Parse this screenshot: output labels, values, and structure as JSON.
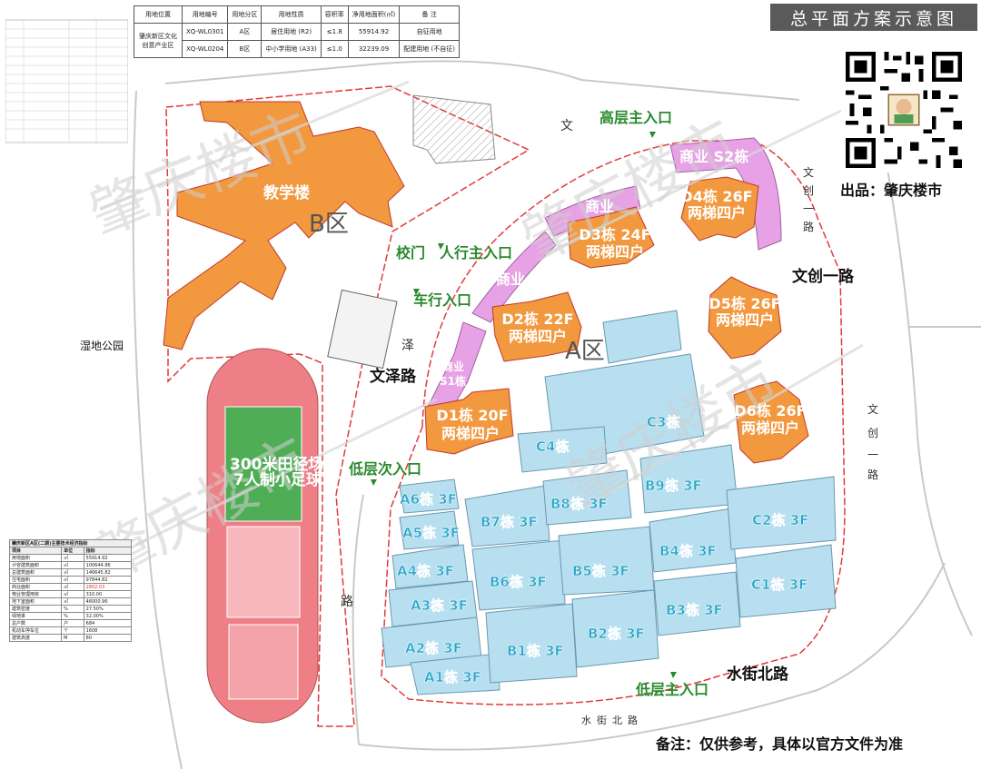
{
  "header": {
    "title": "总平面方案示意图"
  },
  "land_table": {
    "headers": [
      "用地位置",
      "用地编号",
      "用地分区",
      "用地性质",
      "容积率",
      "净用地面积(㎡)",
      "备 注"
    ],
    "location": "肇庆新区文化创意产业区",
    "rows": [
      [
        "XQ-WL0301",
        "A区",
        "居住用地 (R2)",
        "≤1.8",
        "55914.92",
        "自征用地"
      ],
      [
        "XQ-WL0204",
        "B区",
        "中小学用地 (A33)",
        "≤1.0",
        "32239.09",
        "配建用地 (不自征)"
      ]
    ]
  },
  "source": "出品：肇庆楼市",
  "footnote": "备注：仅供参考，具体以官方文件为准",
  "watermark": "肇庆楼市",
  "zones": {
    "a": "A区",
    "b": "B区"
  },
  "roads": {
    "wenze": "文泽路",
    "wenze_char1": "泽",
    "wenze_char2": "路",
    "wen_char": "文",
    "wenchuang_1": "文创一路",
    "wenchuang_v1": "文",
    "wenchuang_v2": "创",
    "wenchuang_v3": "一",
    "wenchuang_v4": "路",
    "wenchuang_b1": "文",
    "wenchuang_b2": "创",
    "wenchuang_b3": "一",
    "wenchuang_b4": "路",
    "shuijie": "水街北路",
    "shuijie_small": "水街北路",
    "park": "湿地公园"
  },
  "entrances": {
    "high_main": "高层主入口",
    "school_gate": "校门",
    "ped_main": "人行主入口",
    "vehicle": "车行入口",
    "low_secondary": "低层次入口",
    "low_main": "低层主入口"
  },
  "school": {
    "teaching": "教学楼",
    "track_1": "300米田径场",
    "track_2": "7人制小足球场"
  },
  "commercial": {
    "s2": "商业 S2栋",
    "shop1": "商业",
    "shop2": "商业",
    "s1_1": "商业",
    "s1_2": "S1栋"
  },
  "highrise": [
    {
      "l1": "D1栋 20F",
      "l2": "两梯四户"
    },
    {
      "l1": "D2栋 22F",
      "l2": "两梯四户"
    },
    {
      "l1": "D3栋 24F",
      "l2": "两梯四户"
    },
    {
      "l1": "D4栋 26F",
      "l2": "两梯四户"
    },
    {
      "l1": "D5栋 26F",
      "l2": "两梯四户"
    },
    {
      "l1": "D6栋 26F",
      "l2": "两梯四户"
    }
  ],
  "lowrise": {
    "A6": "A6栋 3F",
    "A5": "A5栋 3F",
    "A4": "A4栋 3F",
    "A3": "A3栋 3F",
    "A2": "A2栋 3F",
    "A1": "A1栋 3F",
    "B7": "B7栋 3F",
    "B8": "B8栋 3F",
    "B9": "B9栋 3F",
    "B6": "B6栋 3F",
    "B5": "B5栋 3F",
    "B4": "B4栋 3F",
    "B3": "B3栋 3F",
    "B2": "B2栋 3F",
    "B1": "B1栋 3F",
    "C1": "C1栋 3F",
    "C2": "C2栋 3F",
    "C3": "C3栋",
    "C4": "C4栋"
  },
  "stats": {
    "title": "肇庆新区A区(二期)主要技术经济指标",
    "head": [
      "项目",
      "单位",
      "指标"
    ],
    "rows": [
      [
        "用地面积",
        "㎡",
        "55914.92"
      ],
      [
        "计容建筑面积",
        "㎡",
        "100644.86"
      ],
      [
        "总建筑面积",
        "㎡",
        "146645.82"
      ],
      [
        "住宅面积",
        "㎡",
        "97844.82"
      ],
      [
        "商业面积",
        "㎡",
        "2802.03"
      ],
      [
        "物业管理用房",
        "㎡",
        "310.00"
      ],
      [
        "地下室面积",
        "㎡",
        "46000.96"
      ],
      [
        "建筑密度",
        "%",
        "27.50%"
      ],
      [
        "绿地率",
        "%",
        "32.00%"
      ],
      [
        "总户数",
        "户",
        "684"
      ],
      [
        "机动车停车位",
        "个",
        "1608"
      ],
      [
        "建筑高度",
        "M",
        "80"
      ]
    ],
    "highlight": "2802.03"
  },
  "colors": {
    "orange": "#f2983e",
    "pink": "#e7a2e5",
    "lowrise": "#b8dff0",
    "field": "#4fae55",
    "track": "#ef7f86",
    "green_label": "#2a8a2e",
    "blue_label": "#28a6c8",
    "boundary": "#e03b3b"
  }
}
